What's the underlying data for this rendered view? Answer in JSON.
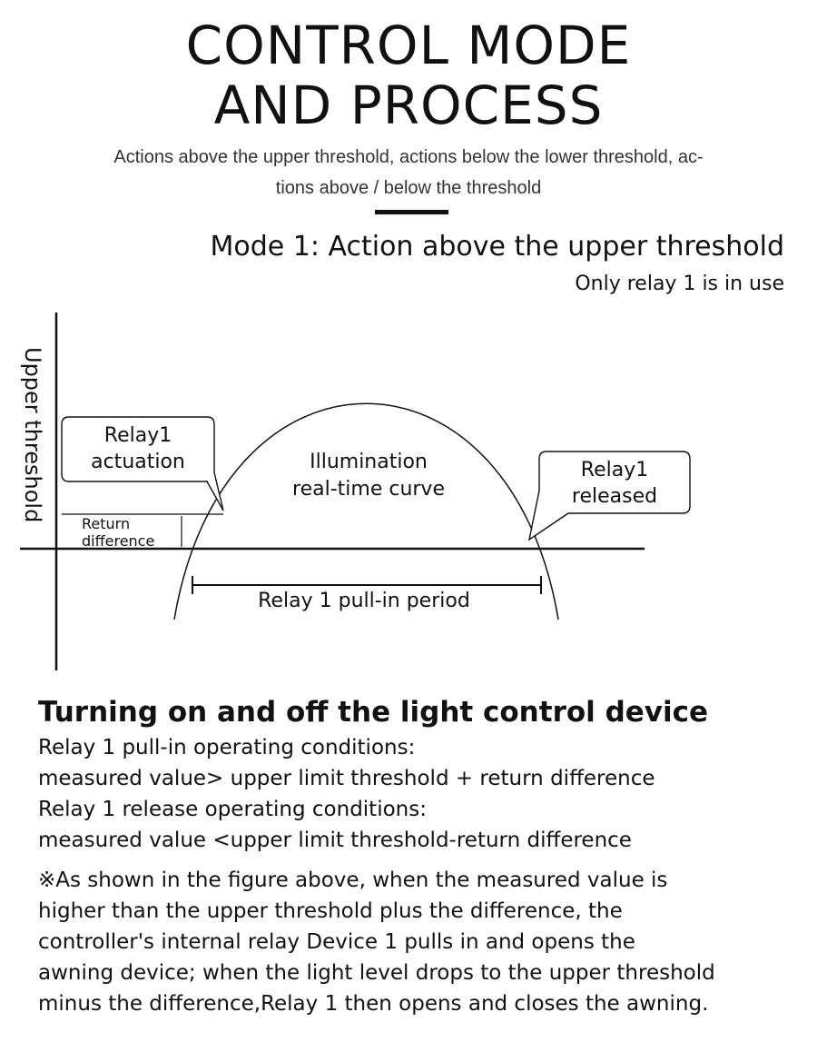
{
  "header": {
    "title_line1": "CONTROL MODE",
    "title_line2": "AND PROCESS",
    "subtitle_line1": "Actions above the upper threshold, actions below the lower threshold, ac-",
    "subtitle_line2": "tions above / below the threshold"
  },
  "mode": {
    "title": "Mode 1: Action above the upper threshold",
    "subtitle": "Only relay 1 is in use"
  },
  "diagram": {
    "y_axis_label": "Upper threshold",
    "callout_actuation_line1": "Relay1",
    "callout_actuation_line2": "actuation",
    "curve_label_line1": "Illumination",
    "curve_label_line2": "real-time curve",
    "callout_released_line1": "Relay1",
    "callout_released_line2": "released",
    "return_diff_line1": "Return",
    "return_diff_line2": "difference",
    "period_label": "Relay 1 pull-in period"
  },
  "section": {
    "heading": "Turning on and off the light control device",
    "lines": [
      "Relay 1 pull-in operating conditions:",
      "measured value> upper limit threshold + return difference",
      "Relay 1 release operating conditions:",
      "measured value <upper limit threshold-return difference"
    ],
    "note_lines": [
      "※As shown in the figure above, when the measured value is",
      "higher than the upper threshold plus the difference, the",
      "controller's internal relay Device 1 pulls in and opens the",
      "awning device; when the light level drops to the upper threshold",
      "minus the difference,Relay 1 then opens and closes the awning."
    ]
  }
}
